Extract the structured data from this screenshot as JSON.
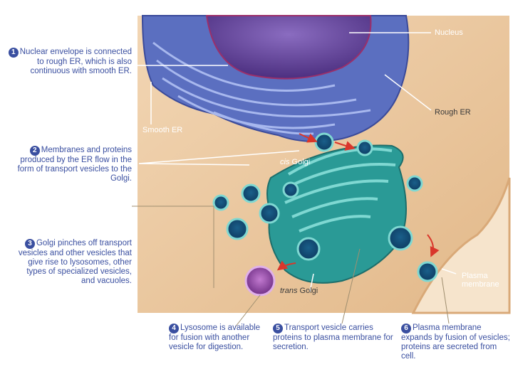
{
  "steps": [
    {
      "num": "1",
      "text": "Nuclear envelope is connected to rough ER, which is also continuous with smooth ER."
    },
    {
      "num": "2",
      "text": "Membranes and proteins produced by the ER flow in the form of transport vesicles to the Golgi."
    },
    {
      "num": "3",
      "text": "Golgi pinches off transport vesicles and other vesicles that give rise to lysosomes, other types of specialized vesicles, and vacuoles."
    },
    {
      "num": "4",
      "text": "Lysosome is available for fusion with another vesicle for digestion."
    },
    {
      "num": "5",
      "text": "Transport vesicle carries proteins to plasma membrane for secretion."
    },
    {
      "num": "6",
      "text": "Plasma membrane expands by fusion of vesicles; proteins are secreted from cell."
    }
  ],
  "labels": {
    "nucleus": "Nucleus",
    "rough_er": "Rough ER",
    "smooth_er": "Smooth ER",
    "cis_golgi_italic": "cis",
    "cis_golgi": "Golgi",
    "trans_golgi_italic": "trans",
    "trans_golgi": "Golgi",
    "plasma_membrane": "Plasma membrane"
  },
  "colors": {
    "callout_text": "#3a4fa0",
    "cytoplasm": "#e9c7a0",
    "nucleus": "#6b4aa0",
    "er": "#5b6fc0",
    "golgi": "#2a9a96",
    "lysosome": "#8a3fa0",
    "arrow": "#d9362b"
  }
}
